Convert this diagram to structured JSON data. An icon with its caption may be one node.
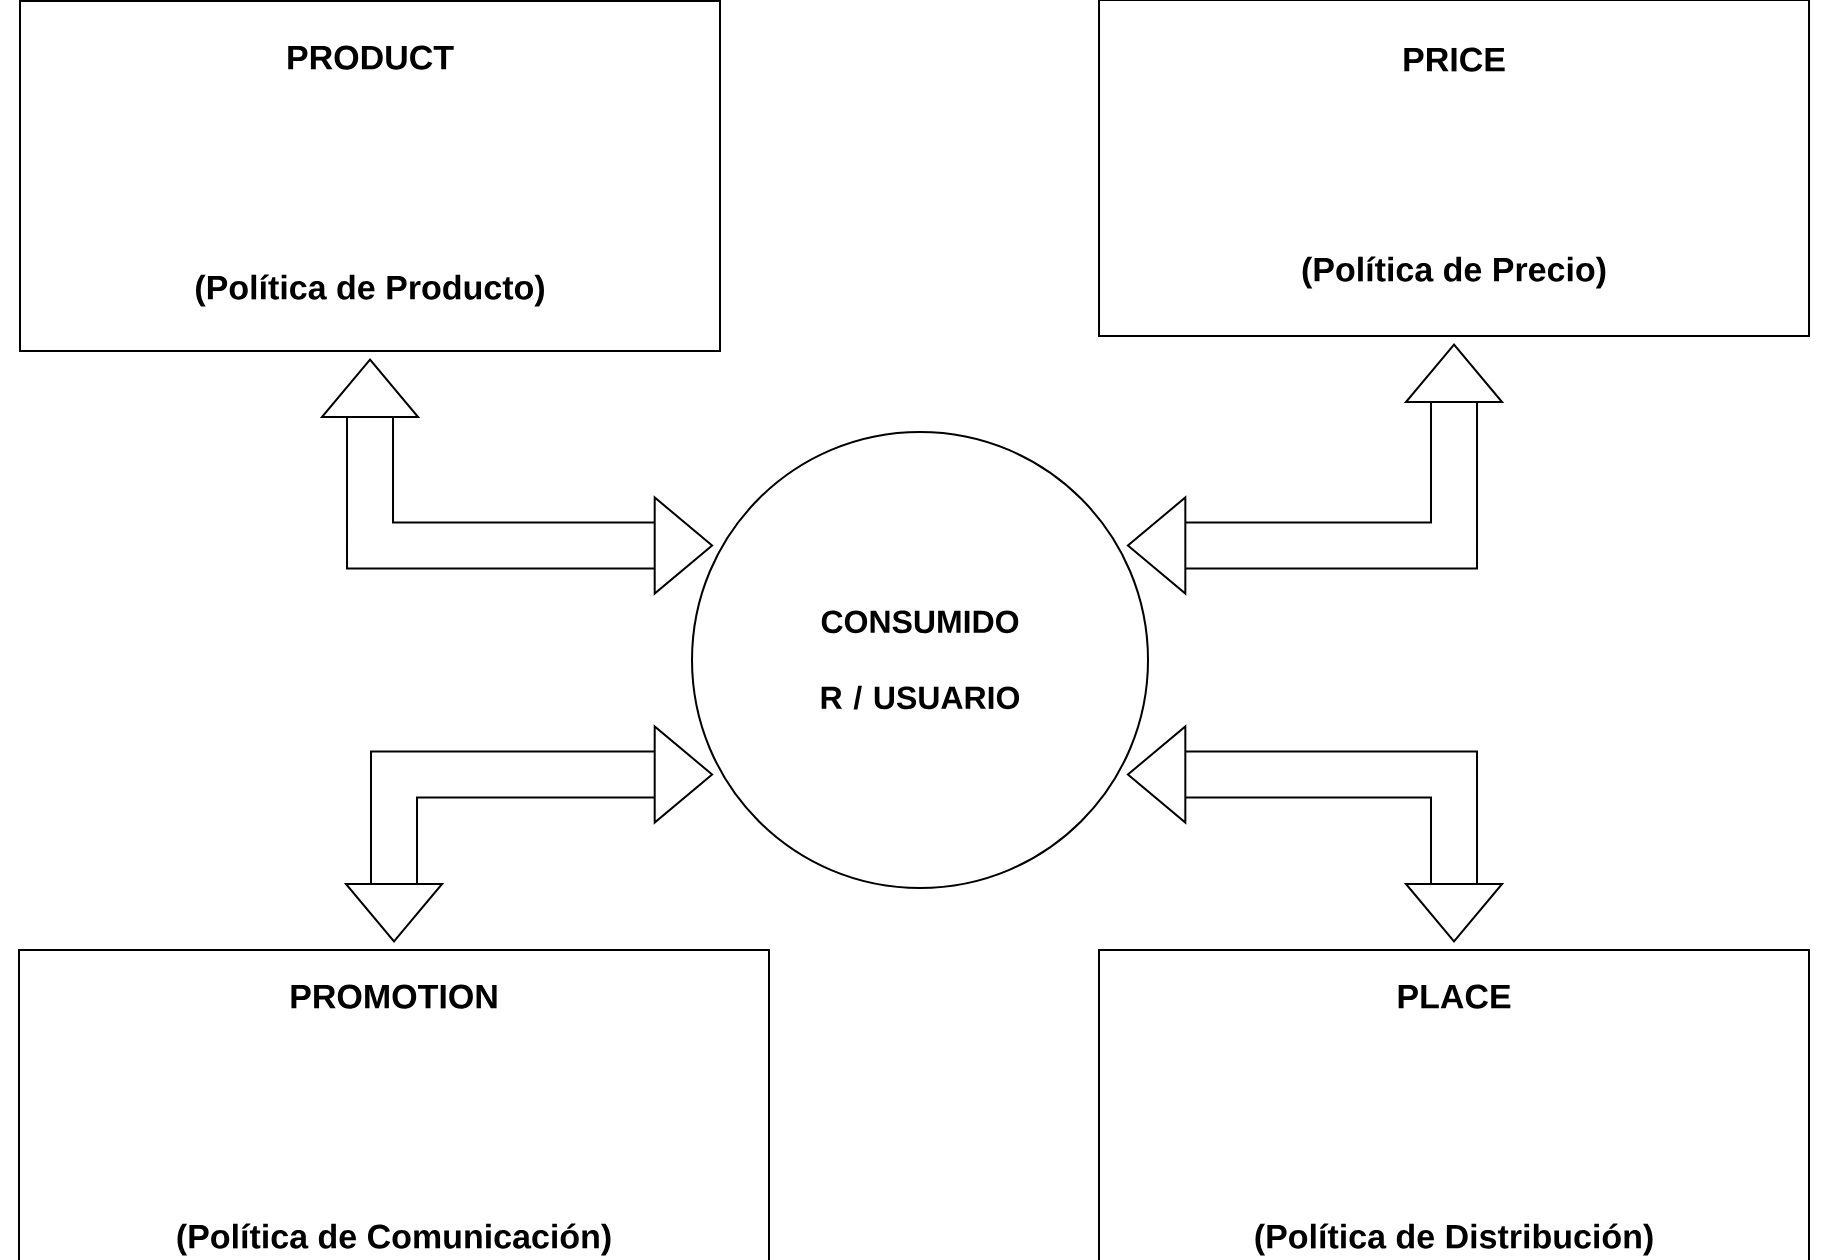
{
  "diagram": {
    "nodes": [
      {
        "text": [
          "PRODUCT",
          "(Política de Producto)"
        ]
      },
      {
        "text": [
          "PRICE",
          "(Política de Precio)"
        ]
      },
      {
        "text": [
          "CONSUMIDO R / USUARIO"
        ]
      },
      {
        "text": [
          "PROMOTION",
          "(Política de Comunicación)"
        ]
      },
      {
        "text": [
          "PLACE",
          "(Política de Distribución)"
        ]
      }
    ],
    "edges": [
      {
        "from": 0,
        "to": 2,
        "arrow": "both"
      },
      {
        "from": 1,
        "to": 2,
        "arrow": "both"
      },
      {
        "from": 3,
        "to": 2,
        "arrow": "both"
      },
      {
        "from": 4,
        "to": 2,
        "arrow": "both"
      }
    ]
  }
}
